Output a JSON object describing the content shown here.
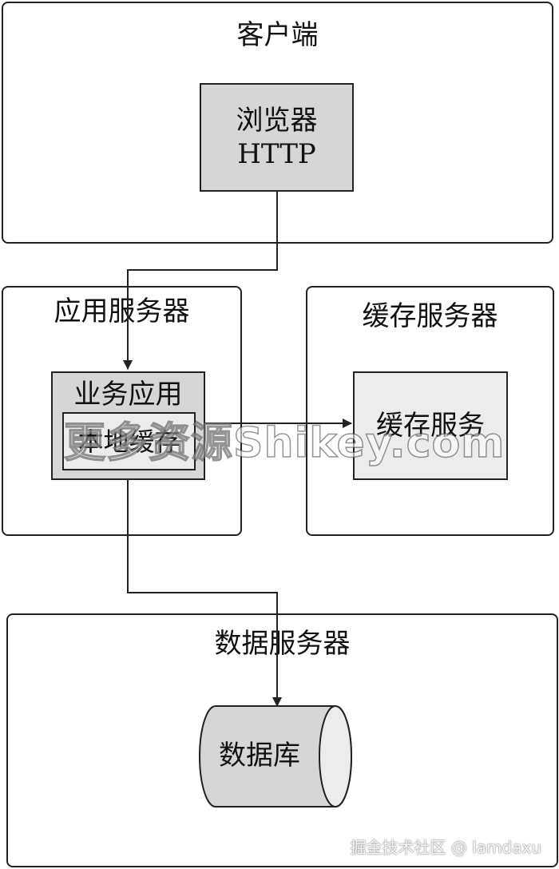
{
  "client": {
    "title": "客户端",
    "browser_line1": "浏览器",
    "browser_line2": "HTTP"
  },
  "app_server": {
    "title": "应用服务器",
    "biz_app": "业务应用",
    "local_cache": "本地缓存"
  },
  "cache_server": {
    "title": "缓存服务器",
    "cache_service": "缓存服务"
  },
  "data_server": {
    "title": "数据服务器",
    "database": "数据库"
  },
  "overlays": {
    "watermark": "更多资源Shikey.com",
    "credit": "掘金技术社区 @ lamdaxu"
  },
  "colors": {
    "box_fill_dark": "#d6d6d6",
    "box_fill_light": "#ececec",
    "stroke": "#222222"
  }
}
